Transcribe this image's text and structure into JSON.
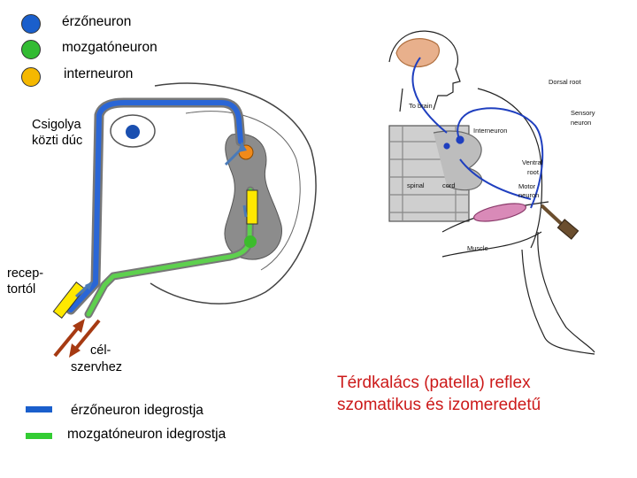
{
  "legend_top": {
    "items": [
      {
        "label": "érzőneuron",
        "color": "#1a5fcc"
      },
      {
        "label": "mozgatóneuron",
        "color": "#33bb33"
      },
      {
        "label": "interneuron",
        "color": "#f5b800"
      }
    ]
  },
  "left_diagram": {
    "ganglion_label_line1": "Csigolya",
    "ganglion_label_line2": "közti dúc",
    "receptor_label_line1": "recep-",
    "receptor_label_line2": "tortól",
    "target_label_line1": "cél-",
    "target_label_line2": "szervhez"
  },
  "legend_bottom": {
    "items": [
      {
        "label": "érzőneuron idegrostja",
        "color": "#1a5fcc"
      },
      {
        "label": "mozgatóneuron idegrostja",
        "color": "#33cc33"
      }
    ]
  },
  "right_diagram": {
    "labels": {
      "dorsal_root": "Dorsal root",
      "to_brain": "To brain",
      "sensory_neuron_line1": "Sensory",
      "sensory_neuron_line2": "neuron",
      "interneuron": "Interneuron",
      "ventral_root_line1": "Ventral",
      "ventral_root_line2": "root",
      "motor_neuron_line1": "Motor",
      "motor_neuron_line2": "neuron",
      "spinal_cord_left": "spinal",
      "spinal_cord_right": "cord",
      "muscle": "Muscle"
    }
  },
  "caption": {
    "line1": "Térdkalács (patella) reflex",
    "line2": "szomatikus és izomeredetű"
  }
}
